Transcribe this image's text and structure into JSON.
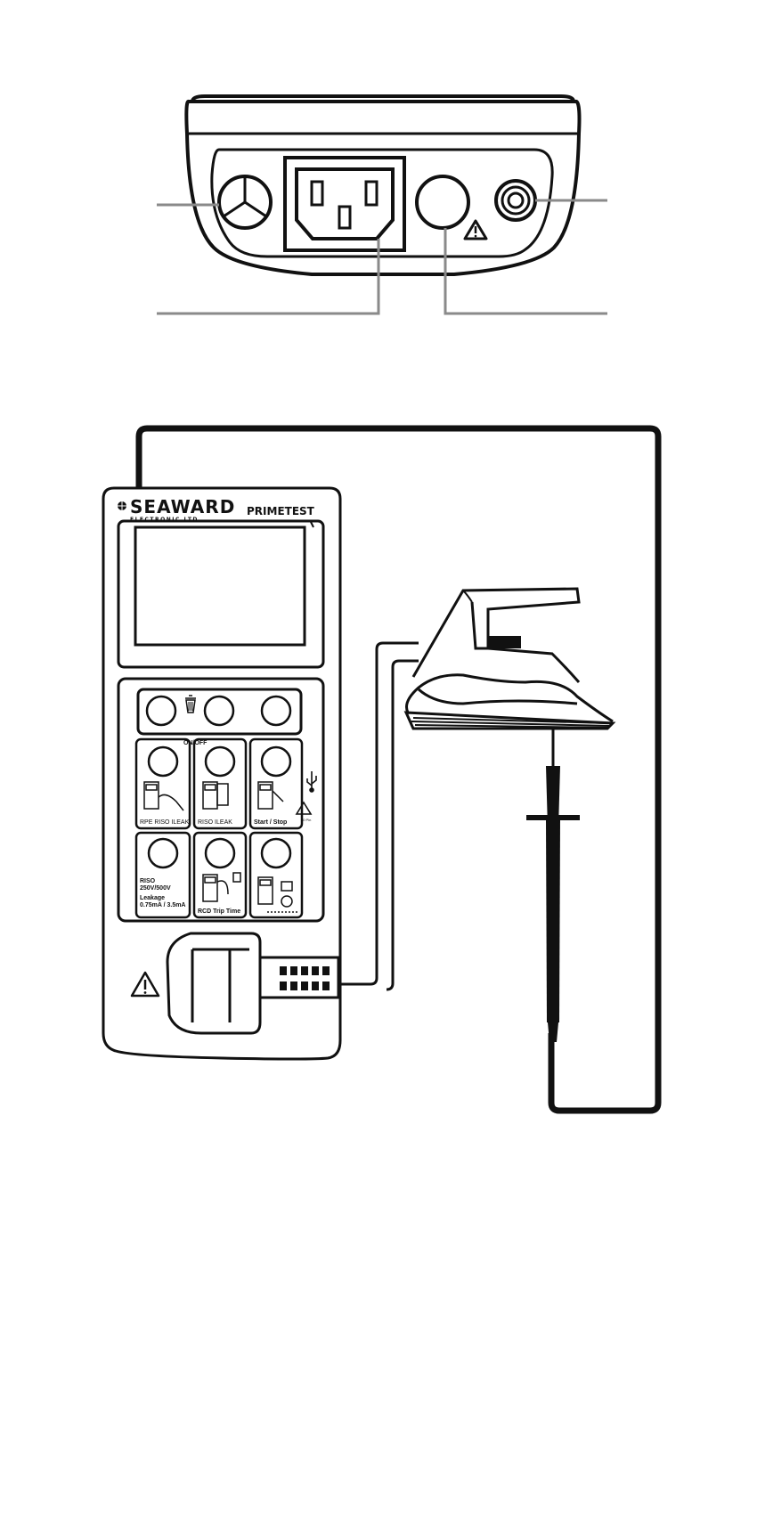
{
  "tester": {
    "brand": "SEAWARD",
    "brand_sub": "ELECTRONIC LTD.",
    "model_prefix": "PRIME",
    "model_suffix": "TEST"
  },
  "panel": {
    "on_off": "ON/OFF",
    "key1": {
      "line1": "RPE  RISO  ILEAK"
    },
    "key2": {
      "line1": "RISO  ILEAK"
    },
    "key3": {
      "line1": "Start / Stop",
      "warn": "30 Pin"
    },
    "key4": {
      "line1": "RISO",
      "line2": "250V/500V",
      "line3": "Leakage",
      "line4": "0.75mA / 3.5mA"
    },
    "key5": {
      "line1": "RCD Trip Time"
    }
  }
}
